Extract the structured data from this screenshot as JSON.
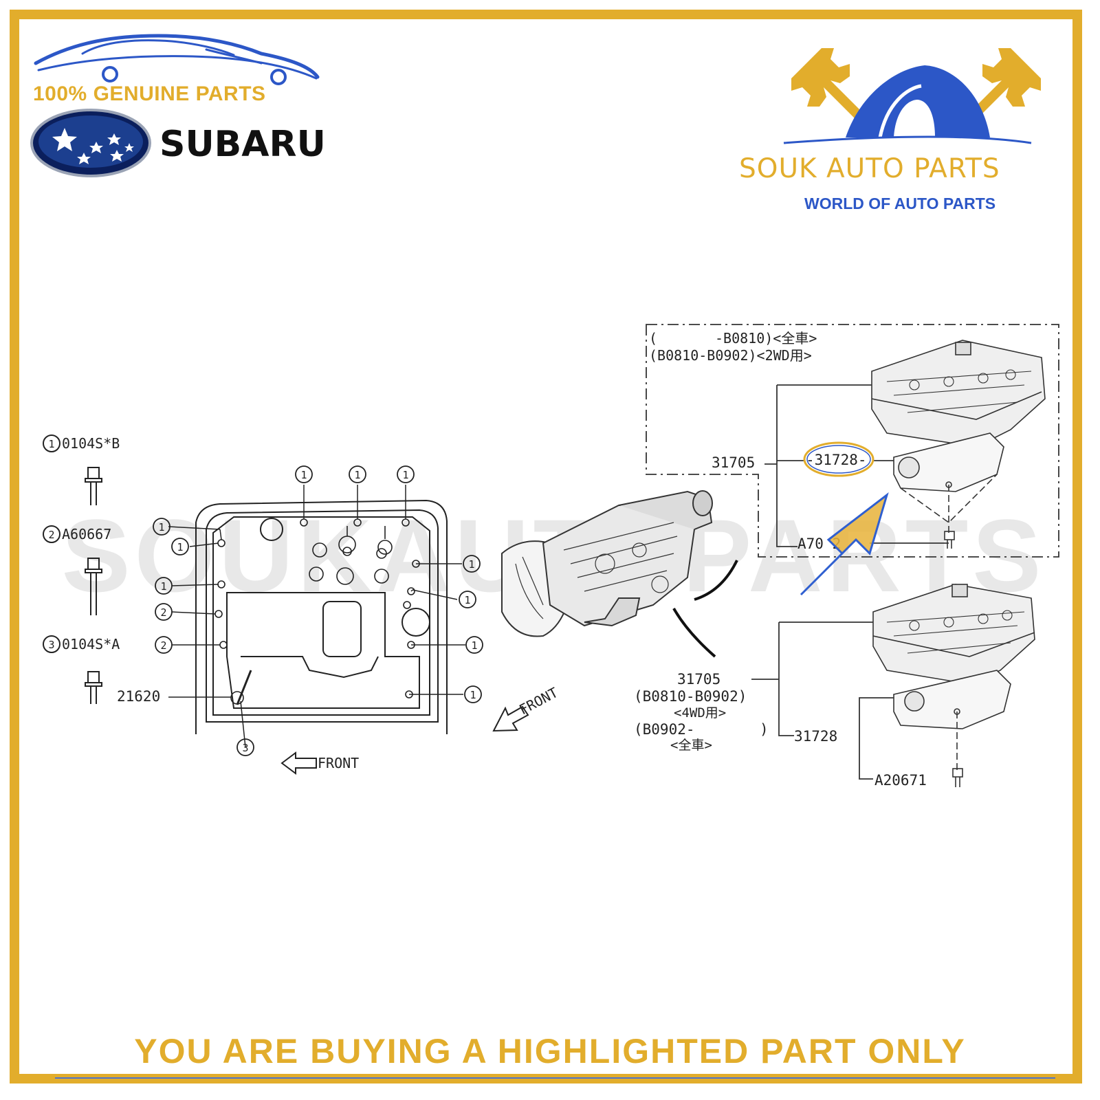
{
  "colors": {
    "accent_gold": "#e2ad2c",
    "accent_blue": "#2c57c7",
    "line": "#222222",
    "highlight_arrow": "#e7b33a",
    "highlight_arrow_edge": "#2f5fd0"
  },
  "header": {
    "genuine_text": "100% GENUINE PARTS",
    "brand_name": "SUBARU",
    "store_name": "SOUK AUTO PARTS",
    "store_tagline": "WORLD OF AUTO PARTS",
    "car_logo_icon": "car-silhouette-icon",
    "store_logo_icon": "wrenches-house-icon",
    "brand_logo_icon": "subaru-stars-icon"
  },
  "watermark": "SOUKAUTOPARTS",
  "legend": [
    {
      "num": "1",
      "code": "0104S*B"
    },
    {
      "num": "2",
      "code": "A60667"
    },
    {
      "num": "3",
      "code": "0104S*A"
    }
  ],
  "oil_pan": {
    "part_21620": "21620",
    "front_label": "FRONT",
    "callouts": [
      "1",
      "1",
      "1",
      "1",
      "1",
      "1",
      "2",
      "2",
      "1",
      "1",
      "1",
      "1",
      "3"
    ]
  },
  "transmission": {
    "front_label": "FRONT"
  },
  "upper_box": {
    "line1_open": "(",
    "line1_code": "-B0810)<全車>",
    "line2": "(B0810-B0902)<2WD用>",
    "part_31705": "31705",
    "part_31728": "-31728-",
    "part_bolt": "A70 2",
    "highlighted_part": "31728"
  },
  "lower_group": {
    "part_31705": "31705",
    "range1": "(B0810-B0902)",
    "range1_note": "<4WD用>",
    "range2": "(B0902-",
    "range2_close": ")",
    "range2_note": "<全車>",
    "part_31728": "31728",
    "part_bolt": "A20671"
  },
  "footer": {
    "notice": "YOU ARE BUYING A HIGHLIGHTED PART ONLY"
  }
}
